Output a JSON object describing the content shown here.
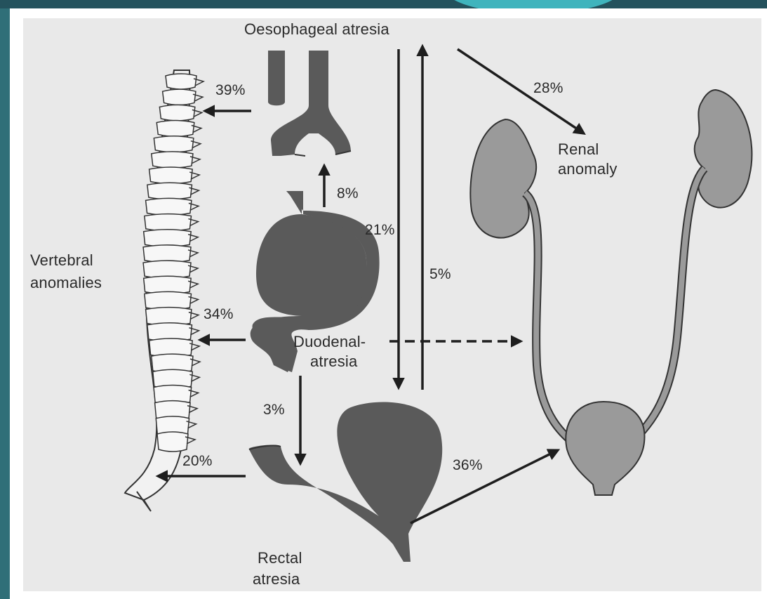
{
  "labels": {
    "oesophageal": "Oesophageal atresia",
    "renal_line1": "Renal",
    "renal_line2": "anomaly",
    "vertebral_line1": "Vertebral",
    "vertebral_line2": "anomalies",
    "duodenal_line1": "Duodenal-",
    "duodenal_line2": "atresia",
    "rectal_line1": "Rectal",
    "rectal_line2": "atresia"
  },
  "percentages": {
    "oeso_to_vertebral": "39%",
    "oeso_to_renal": "28%",
    "duodenal_to_oeso": "8%",
    "oeso_to_rectal": "21%",
    "rectal_to_oeso": "5%",
    "duodenal_to_vertebral": "34%",
    "duodenal_to_rectal": "3%",
    "rectal_to_vertebral": "20%",
    "rectal_to_renal": "36%"
  },
  "colors": {
    "organ_fill": "#5a5a5a",
    "kidney_fill": "#9a9a9a",
    "arrow": "#1e1e1e",
    "background": "#e9e9e9"
  }
}
